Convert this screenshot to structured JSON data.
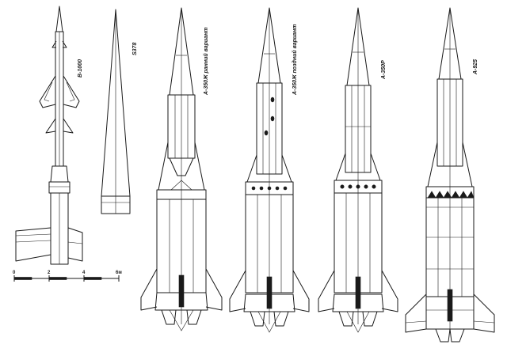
{
  "labels": {
    "v1000": "В-1000",
    "s378": "S378",
    "a350zh_early": "А-350Ж ранний вариант",
    "a350zh_late": "А-350Ж поздний вариант",
    "a350r": "А-350Р",
    "a925": "А-925"
  },
  "scale": {
    "ticks": [
      "0",
      "2",
      "4",
      "6м"
    ]
  }
}
